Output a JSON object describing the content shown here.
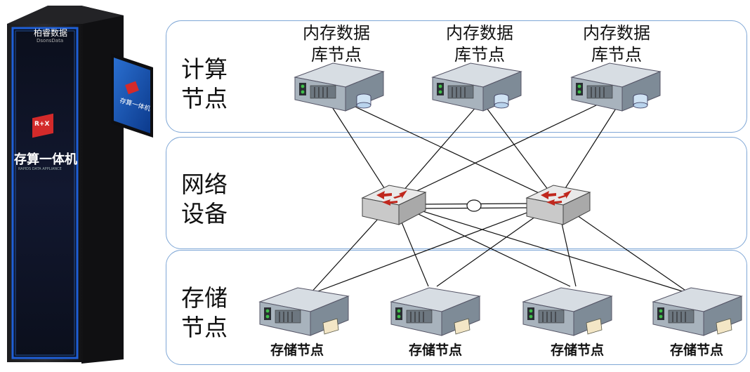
{
  "rack": {
    "brand_logo": "柏睿数据",
    "brand_sub": "DsonsData",
    "product_name": "存算一体机",
    "product_sub": "RAPIDS DATA APPLIANCE",
    "monitor_text": "存算一体机",
    "logo_badge": "R+X"
  },
  "layers": {
    "compute": {
      "label_line1": "计算",
      "label_line2": "节点"
    },
    "network": {
      "label_line1": "网络",
      "label_line2": "设备"
    },
    "storage": {
      "label_line1": "存储",
      "label_line2": "节点"
    }
  },
  "compute_nodes": [
    {
      "line1": "内存数据",
      "line2": "库节点"
    },
    {
      "line1": "内存数据",
      "line2": "库节点"
    },
    {
      "line1": "内存数据",
      "line2": "库节点"
    }
  ],
  "storage_nodes": [
    {
      "label": "存储节点"
    },
    {
      "label": "存储节点"
    },
    {
      "label": "存储节点"
    },
    {
      "label": "存储节点"
    }
  ],
  "colors": {
    "layer_border": "#7fa7d6",
    "rack_glow": "#1f5fd6",
    "brand_red": "#d32a2a",
    "switch_arrow": "#c0281e"
  }
}
